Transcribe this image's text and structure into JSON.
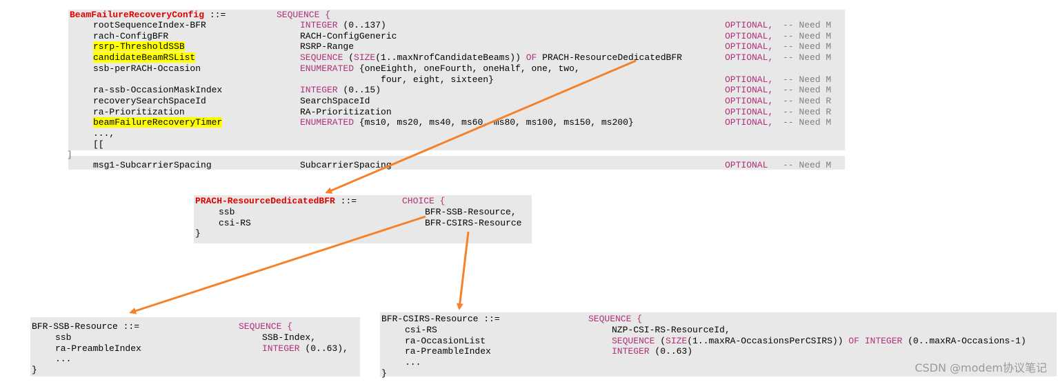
{
  "block1": {
    "title": "BeamFailureRecoveryConfig",
    "assign": "::=",
    "type": "SEQUENCE {",
    "rows": [
      {
        "name": "rootSequenceIndex-BFR",
        "type": "INTEGER (0..137)",
        "opt": "OPTIONAL,",
        "need": "-- Need M",
        "hl": false
      },
      {
        "name": "rach-ConfigBFR",
        "type": "RACH-ConfigGeneric",
        "opt": "OPTIONAL,",
        "need": "-- Need M",
        "hl": false
      },
      {
        "name": "rsrp-ThresholdSSB",
        "type": "RSRP-Range",
        "opt": "OPTIONAL,",
        "need": "-- Need M",
        "hl": true
      },
      {
        "name": "candidateBeamRSList",
        "type": "SEQUENCE (SIZE(1..maxNrofCandidateBeams)) OF PRACH-ResourceDedicatedBFR",
        "opt": "OPTIONAL,",
        "need": "-- Need M",
        "hl": true
      },
      {
        "name": "ssb-perRACH-Occasion",
        "type": "ENUMERATED {oneEighth, oneFourth, oneHalf, one, two,",
        "opt": "",
        "need": "",
        "hl": false
      },
      {
        "name": "",
        "type": "               four, eight, sixteen}",
        "opt": "OPTIONAL,",
        "need": "-- Need M",
        "hl": false
      },
      {
        "name": "ra-ssb-OccasionMaskIndex",
        "type": "INTEGER (0..15)",
        "opt": "OPTIONAL,",
        "need": "-- Need M",
        "hl": false
      },
      {
        "name": "recoverySearchSpaceId",
        "type": "SearchSpaceId",
        "opt": "OPTIONAL,",
        "need": "-- Need R",
        "hl": false
      },
      {
        "name": "ra-Prioritization",
        "type": "RA-Prioritization",
        "opt": "OPTIONAL,",
        "need": "-- Need R",
        "hl": false
      },
      {
        "name": "beamFailureRecoveryTimer",
        "type": "ENUMERATED {ms10, ms20, ms40, ms60, ms80, ms100, ms150, ms200}",
        "opt": "OPTIONAL,",
        "need": "-- Need M",
        "hl": true
      },
      {
        "name": "...,",
        "type": "",
        "opt": "",
        "need": "",
        "hl": false
      },
      {
        "name": "[[",
        "type": "",
        "opt": "",
        "need": "",
        "hl": false
      }
    ],
    "close": "]",
    "extra_row": {
      "name": "msg1-SubcarrierSpacing",
      "type": "SubcarrierSpacing",
      "opt": "OPTIONAL",
      "need": "-- Need M"
    }
  },
  "block2": {
    "title": "PRACH-ResourceDedicatedBFR",
    "assign": "::=",
    "type": "CHOICE {",
    "rows": [
      {
        "name": "ssb",
        "type": "BFR-SSB-Resource,"
      },
      {
        "name": "csi-RS",
        "type": "BFR-CSIRS-Resource"
      }
    ],
    "close": "}"
  },
  "block3": {
    "title": "BFR-SSB-Resource ::=",
    "type": "SEQUENCE {",
    "rows": [
      {
        "name": "ssb",
        "type": "SSB-Index,"
      },
      {
        "name": "ra-PreambleIndex",
        "type": "INTEGER (0..63),"
      },
      {
        "name": "...",
        "type": ""
      }
    ],
    "close": "}"
  },
  "block4": {
    "title": "BFR-CSIRS-Resource ::=",
    "type": "SEQUENCE {",
    "rows": [
      {
        "name": "csi-RS",
        "type": "NZP-CSI-RS-ResourceId,"
      },
      {
        "name": "ra-OccasionList",
        "type": "SEQUENCE (SIZE(1..maxRA-OccasionsPerCSIRS)) OF INTEGER (0..maxRA-Occasions-1)"
      },
      {
        "name": "ra-PreambleIndex",
        "type": "INTEGER (0..63)"
      },
      {
        "name": "...",
        "type": ""
      }
    ],
    "close": "}"
  },
  "watermark": "CSDN @modem协议笔记",
  "colors": {
    "arrow": "#f5822a",
    "title": "#e00000",
    "keyword": "#b0307a",
    "highlight": "#ffff00",
    "panel": "#e8e8e8"
  }
}
